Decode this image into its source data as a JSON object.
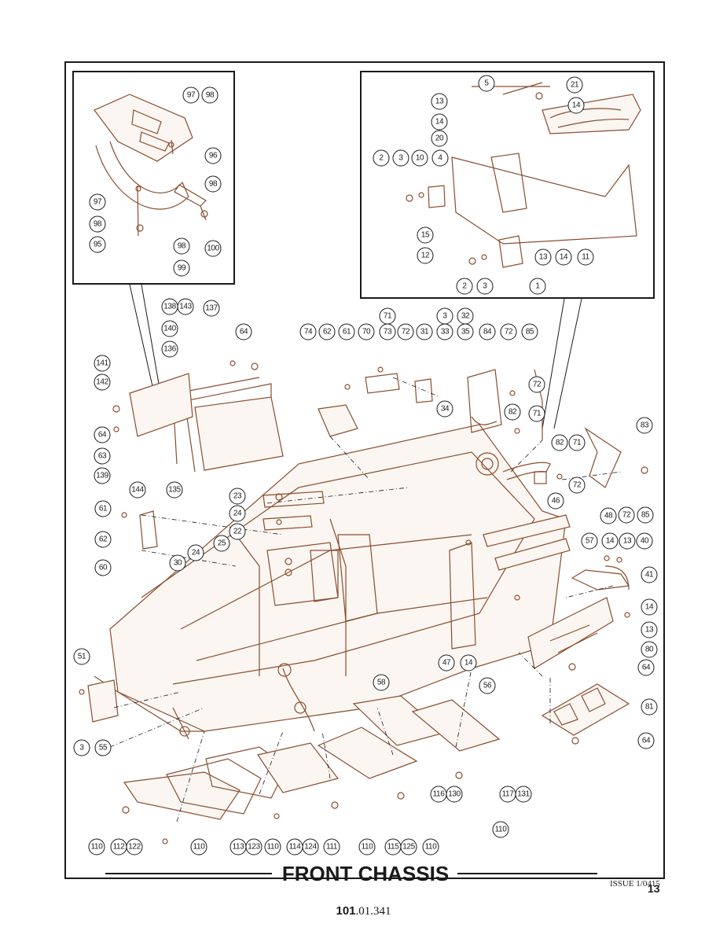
{
  "title": "FRONT CHASSIS",
  "issue": "ISSUE 1/0415",
  "page_number": "13",
  "part_number": {
    "bold": "101",
    "rest": ".01.341"
  },
  "callouts_left_inset": [
    "97",
    "98",
    "96",
    "98",
    "97",
    "98",
    "95",
    "98",
    "100",
    "99"
  ],
  "callouts_right_inset": [
    "5",
    "21",
    "13",
    "14",
    "14",
    "20",
    "2",
    "3",
    "10",
    "4",
    "15",
    "12",
    "13",
    "14",
    "11",
    "2",
    "3",
    "1"
  ],
  "callouts_main": [
    "138",
    "143",
    "137",
    "64",
    "140",
    "136",
    "141",
    "142",
    "64",
    "63",
    "139",
    "144",
    "135",
    "71",
    "74",
    "62",
    "61",
    "70",
    "73",
    "72",
    "31",
    "3",
    "33",
    "32",
    "35",
    "84",
    "72",
    "85",
    "72",
    "34",
    "82",
    "71",
    "83",
    "82",
    "71",
    "72",
    "85",
    "72",
    "46",
    "23",
    "24",
    "22",
    "25",
    "61",
    "62",
    "60",
    "48",
    "57",
    "14",
    "13",
    "40",
    "24",
    "30",
    "41",
    "14",
    "13",
    "80",
    "64",
    "47",
    "14",
    "56",
    "58",
    "51",
    "3",
    "55",
    "81",
    "64",
    "116",
    "130",
    "117",
    "131",
    "110",
    "110",
    "112",
    "122",
    "110",
    "113",
    "123",
    "110",
    "114",
    "124",
    "111",
    "110",
    "115",
    "125",
    "110"
  ]
}
